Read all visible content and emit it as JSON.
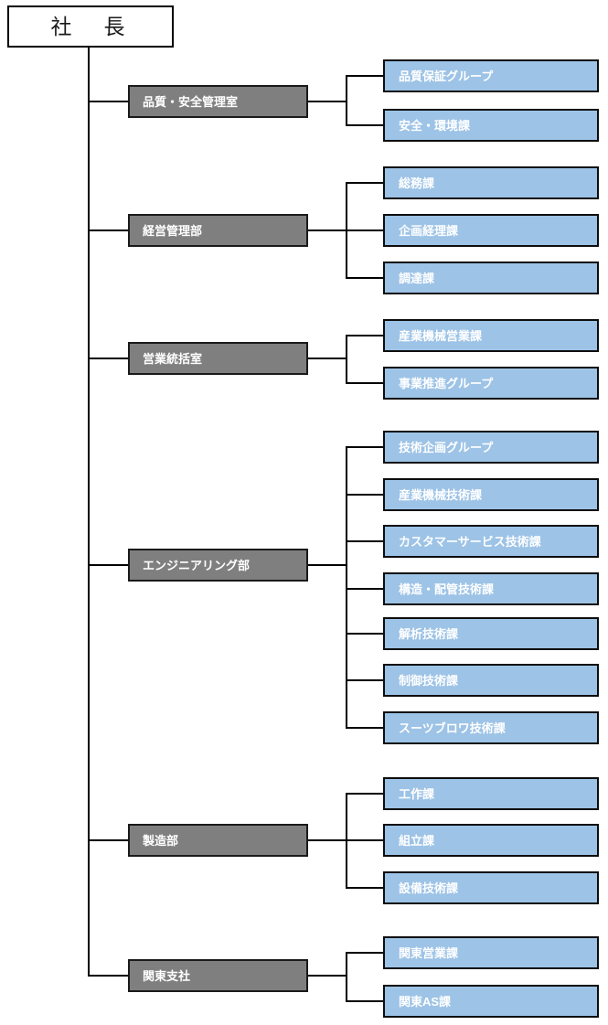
{
  "diagram": {
    "title": "organization-chart",
    "root": {
      "label": "社　長"
    },
    "colors": {
      "root_fill": "#ffffff",
      "root_border": "#000000",
      "root_text": "#1a1a1a",
      "dept_fill": "#7f7f7f",
      "dept_border": "#1a1a1a",
      "child_fill": "#9dc3e6",
      "child_border": "#0d0d0d",
      "label_text": "#ffffff",
      "connector": "#000000"
    },
    "sections": [
      {
        "dept": "品質・安全管理室",
        "children": [
          "品質保証グループ",
          "安全・環境課"
        ]
      },
      {
        "dept": "経営管理部",
        "children": [
          "総務課",
          "企画経理課",
          "調達課"
        ]
      },
      {
        "dept": "営業統括室",
        "children": [
          "産業機械営業課",
          "事業推進グループ"
        ]
      },
      {
        "dept": "エンジニアリング部",
        "children": [
          "技術企画グループ",
          "産業機械技術課",
          "カスタマーサービス技術課",
          "構造・配管技術課",
          "解析技術課",
          "制御技術課",
          "スーツブロワ技術課"
        ]
      },
      {
        "dept": "製造部",
        "children": [
          "工作課",
          "組立課",
          "設備技術課"
        ]
      },
      {
        "dept": "関東支社",
        "children": [
          "関東営業課",
          "関東AS課"
        ]
      }
    ]
  }
}
